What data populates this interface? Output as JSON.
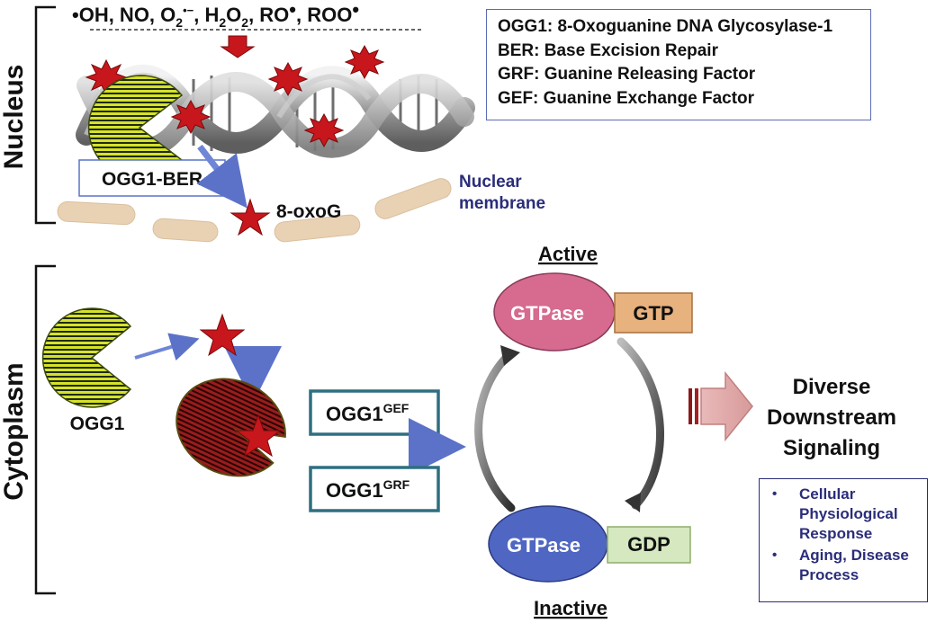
{
  "labels": {
    "ros_line": [
      "•OH, NO, O",
      "2",
      "•−",
      ", H",
      "2",
      "O",
      "2",
      ", RO",
      "•",
      ", ROO",
      "•"
    ],
    "nucleus": "Nucleus",
    "cytoplasm": "Cytoplasm",
    "ogg1_ber": "OGG1-BER",
    "oxog": "8-oxoG",
    "nuclear_membrane_line1": "Nuclear",
    "nuclear_membrane_line2": "membrane",
    "ogg1": "OGG1",
    "ogg1_gef_main": "OGG1",
    "ogg1_gef_sup": "GEF",
    "ogg1_grf_main": "OGG1",
    "ogg1_grf_sup": "GRF",
    "active": "Active",
    "inactive": "Inactive",
    "gtpase_active": "GTPase",
    "gtp": "GTP",
    "gtpase_inactive": "GTPase",
    "gdp": "GDP",
    "diverse_line1": "Diverse",
    "diverse_line2": "Downstream",
    "diverse_line3": "Signaling"
  },
  "legend": [
    "OGG1: 8-Oxoguanine DNA Glycosylase-1",
    "BER: Base Excision Repair",
    "GRF: Guanine Releasing Factor",
    "GEF: Guanine Exchange Factor"
  ],
  "outcomes": [
    "Cellular Physiological Response",
    "Aging, Disease Process"
  ],
  "colors": {
    "dna_strand": "#8a8a8a",
    "lesion_star": "#c8161d",
    "pacman_yellow": "#d6e22a",
    "pacman_red": "#8b1a1a",
    "arrow_blue": "#6f86d6",
    "box_teal": "#2e6f80",
    "membrane": "#e9d2b4",
    "gtpase_active": "#d66a8f",
    "gtp_box": "#e8b27e",
    "gtpase_inactive": "#4f66c2",
    "gdp_box": "#d5e8c0",
    "signal_arrow": "#d9a3a3",
    "label_blue": "#2b2d7a"
  }
}
